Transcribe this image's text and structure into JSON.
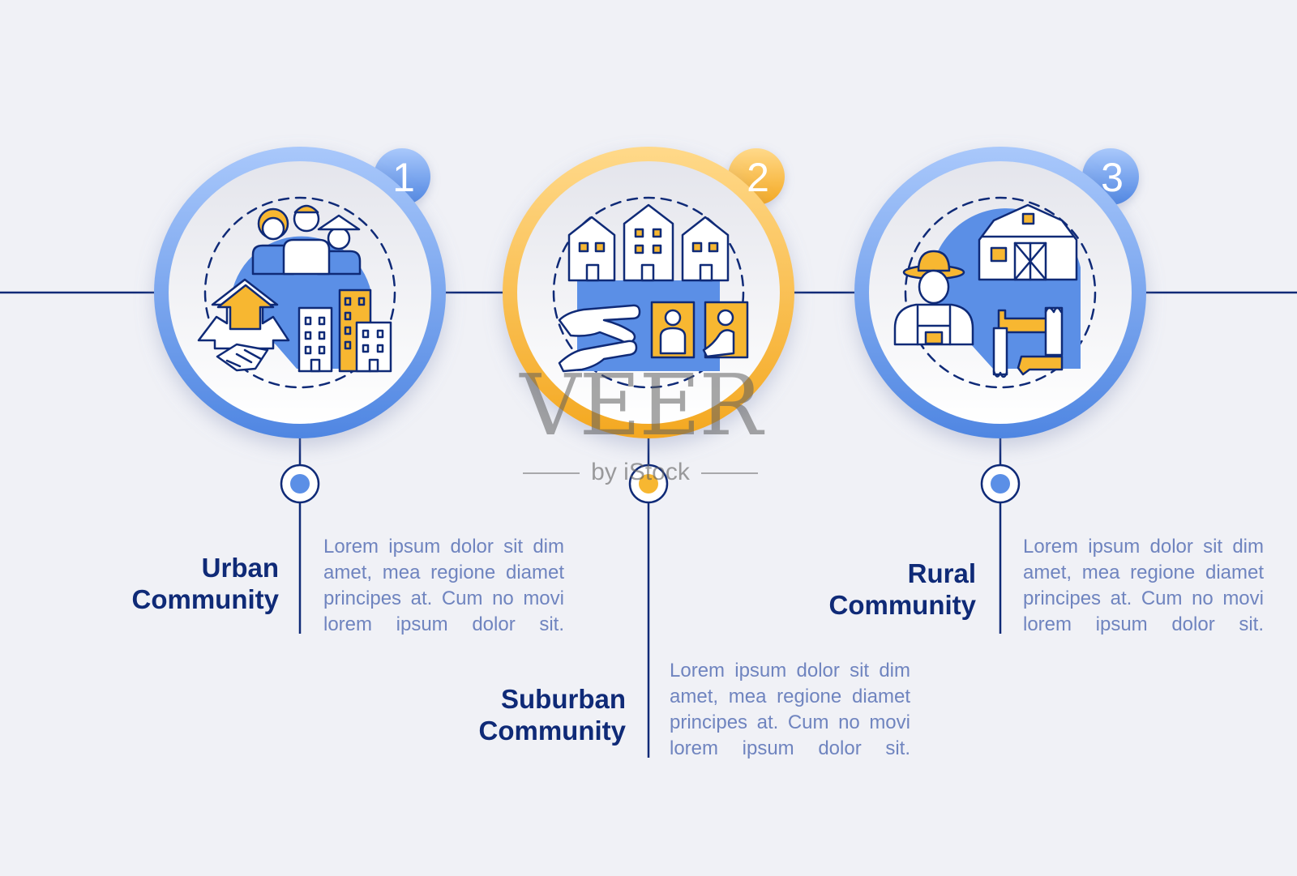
{
  "steps": [
    {
      "number": "1",
      "title": "Urban\nCommunity",
      "text": "Lorem ipsum dolor sit dim amet, mea regione diamet principes at. Cum no movi lorem ipsum dolor sit.",
      "accent": "#5b8fe6"
    },
    {
      "number": "2",
      "title": "Suburban\nCommunity",
      "text": "Lorem ipsum dolor sit dim amet, mea regione diamet principes at. Cum no movi lorem ipsum dolor sit.",
      "accent": "#f7b731"
    },
    {
      "number": "3",
      "title": "Rural\nCommunity",
      "text": "Lorem ipsum dolor sit dim amet, mea regione diamet principes at. Cum no movi lorem ipsum dolor sit.",
      "accent": "#5b8fe6"
    }
  ],
  "icons": [
    "urban-community-icon",
    "suburban-community-icon",
    "rural-community-icon"
  ],
  "watermark": {
    "main": "VEER",
    "sub": "by iStock"
  },
  "colors": {
    "background": "#f0f1f6",
    "navy": "#0f2a77",
    "blue": "#5b8fe6",
    "yellow": "#f7b731",
    "body_text": "#6f84bf"
  }
}
